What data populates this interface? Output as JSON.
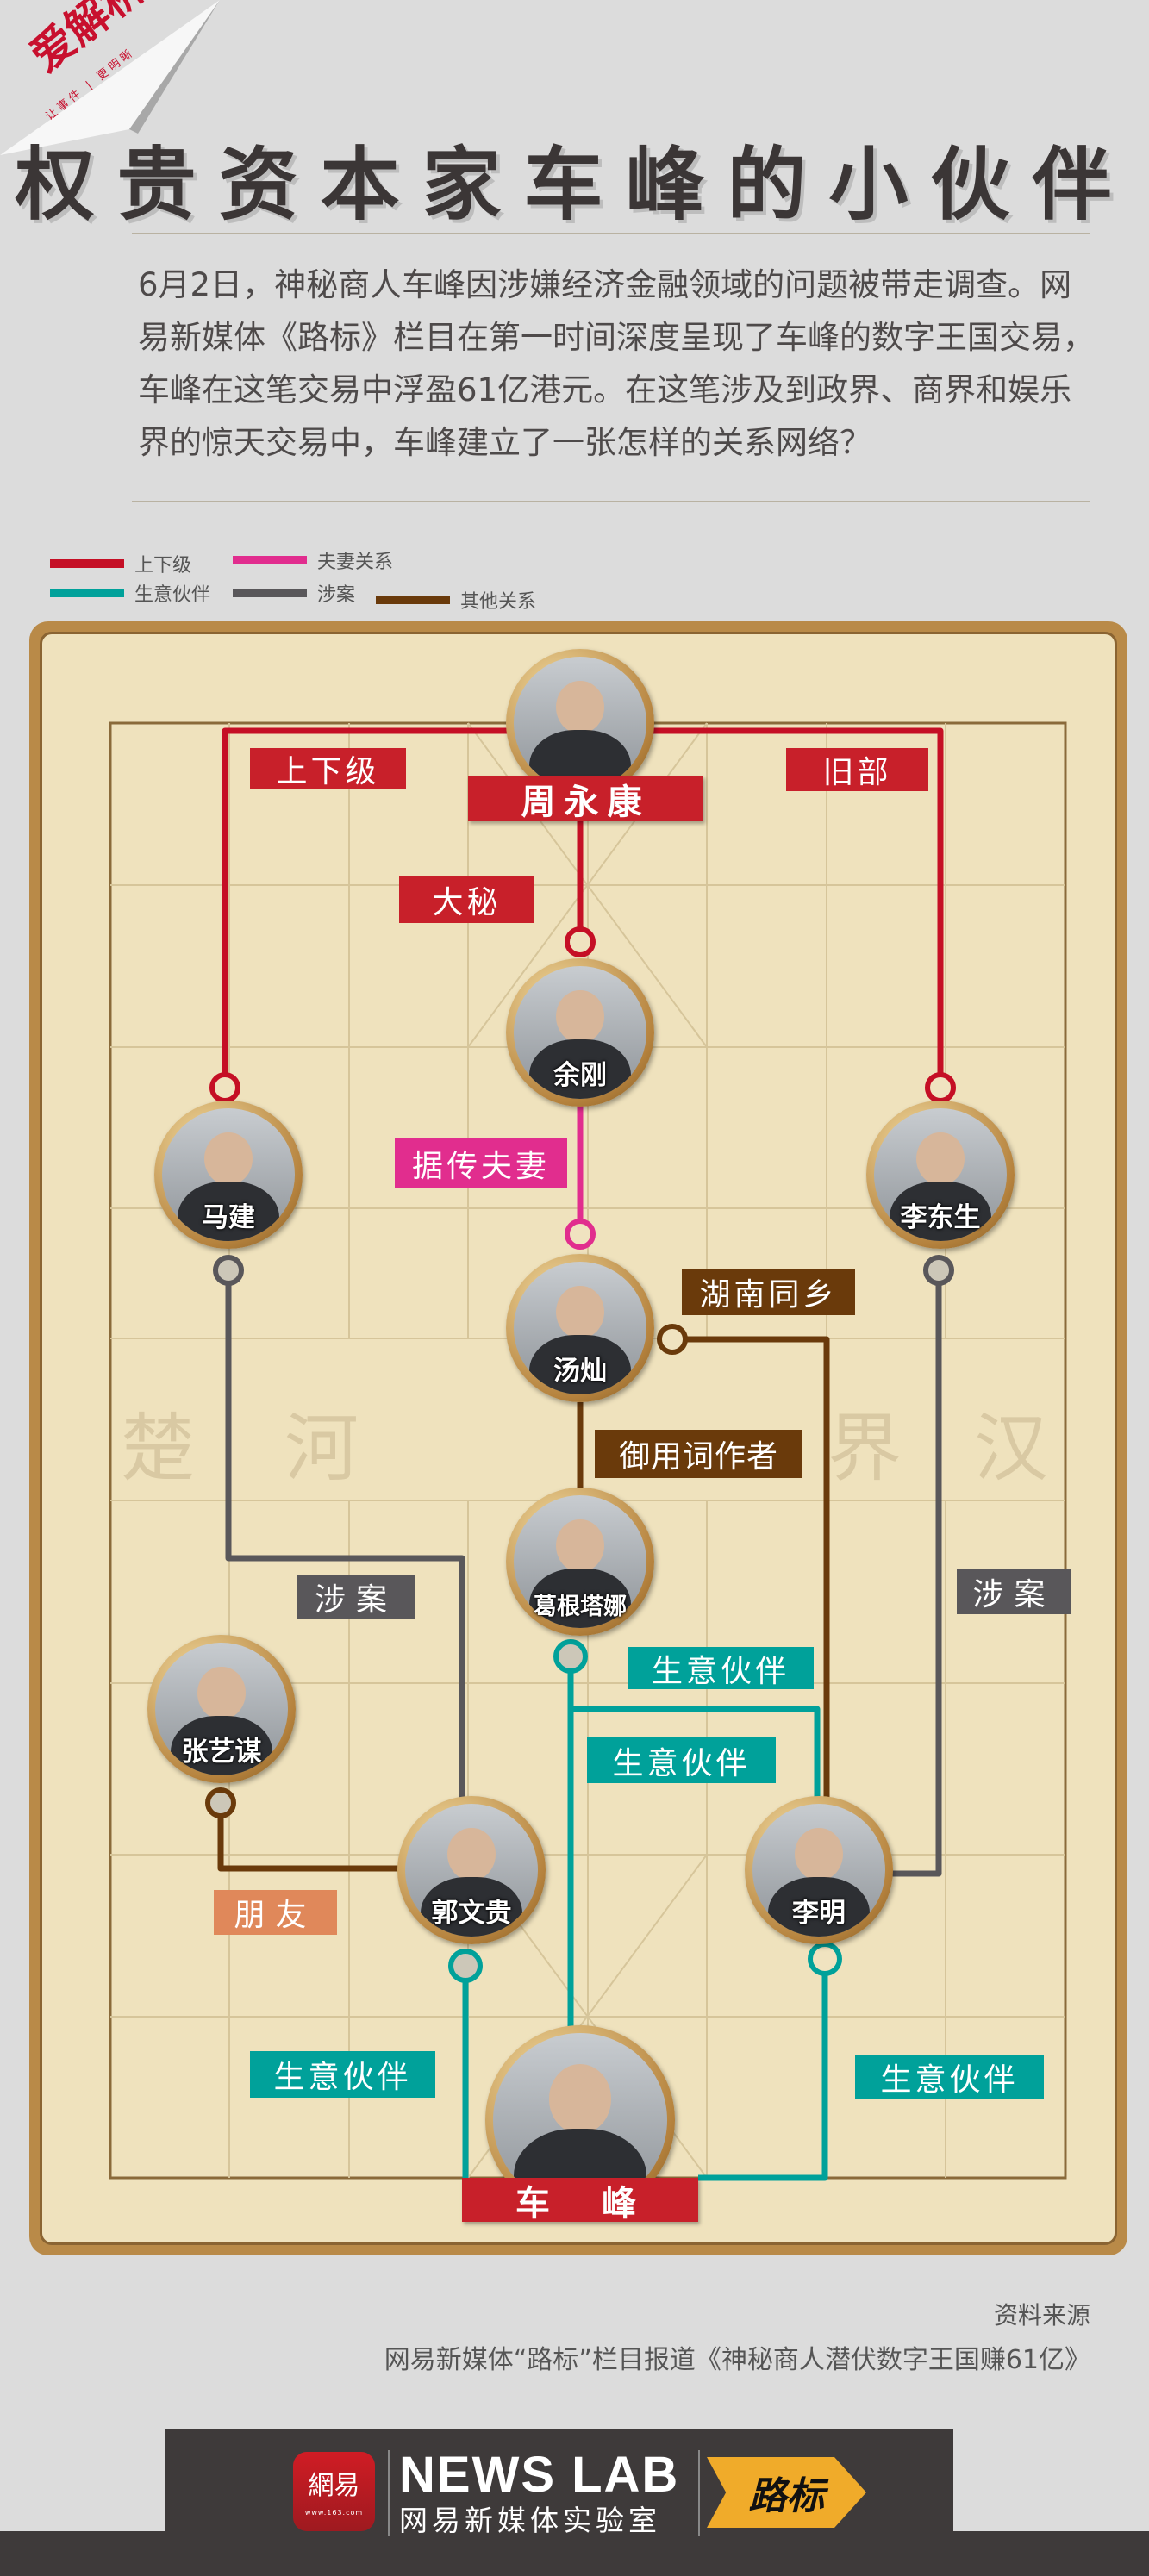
{
  "brand": {
    "name": "爱解析",
    "slogan": "让事件 | 更明晰"
  },
  "title": "权贵资本家车峰的小伙伴",
  "intro": "6月2日，神秘商人车峰因涉嫌经济金融领域的问题被带走调查。网易新媒体《路标》栏目在第一时间深度呈现了车峰的数字王国交易，车峰在这笔交易中浮盈61亿港元。在这笔涉及到政界、商界和娱乐界的惊天交易中，车峰建立了一张怎样的关系网络？",
  "legend": [
    {
      "label": "上下级",
      "color": "#c50f25"
    },
    {
      "label": "夫妻关系",
      "color": "#e12d8e"
    },
    {
      "label": "生意伙伴",
      "color": "#00a19a"
    },
    {
      "label": "涉案",
      "color": "#59575a"
    },
    {
      "label": "其他关系",
      "color": "#6a3a0b"
    }
  ],
  "board": {
    "river_left": [
      "楚",
      "河"
    ],
    "river_right": [
      "界",
      "汉"
    ]
  },
  "people": {
    "zhou": "周永康",
    "yu": "余刚",
    "ma": "马建",
    "li_ds": "李东生",
    "tang": "汤灿",
    "ge": "葛根塔娜",
    "zhang": "张艺谋",
    "guo": "郭文贵",
    "li_m": "李明",
    "che": "车　峰"
  },
  "relations": {
    "shangxiaji": "上下级",
    "jiubu": "旧部",
    "dami": "大秘",
    "fuqi": "据传夫妻",
    "tongxiang": "湖南同乡",
    "ciyong": "御用词作者",
    "shean_l": "涉案",
    "shean_r": "涉案",
    "biz1": "生意伙伴",
    "biz2": "生意伙伴",
    "biz3": "生意伙伴",
    "biz4": "生意伙伴",
    "pengyou": "朋友"
  },
  "source": {
    "heading": "资料来源",
    "text": "网易新媒体“路标”栏目报道《神秘商人潜伏数字王国赚61亿》"
  },
  "footer": {
    "logo": "網易",
    "logo_url": "www.163.com",
    "newslab": "NEWS LAB",
    "newslab_cn": "网易新媒体实验室",
    "column": "路标"
  }
}
